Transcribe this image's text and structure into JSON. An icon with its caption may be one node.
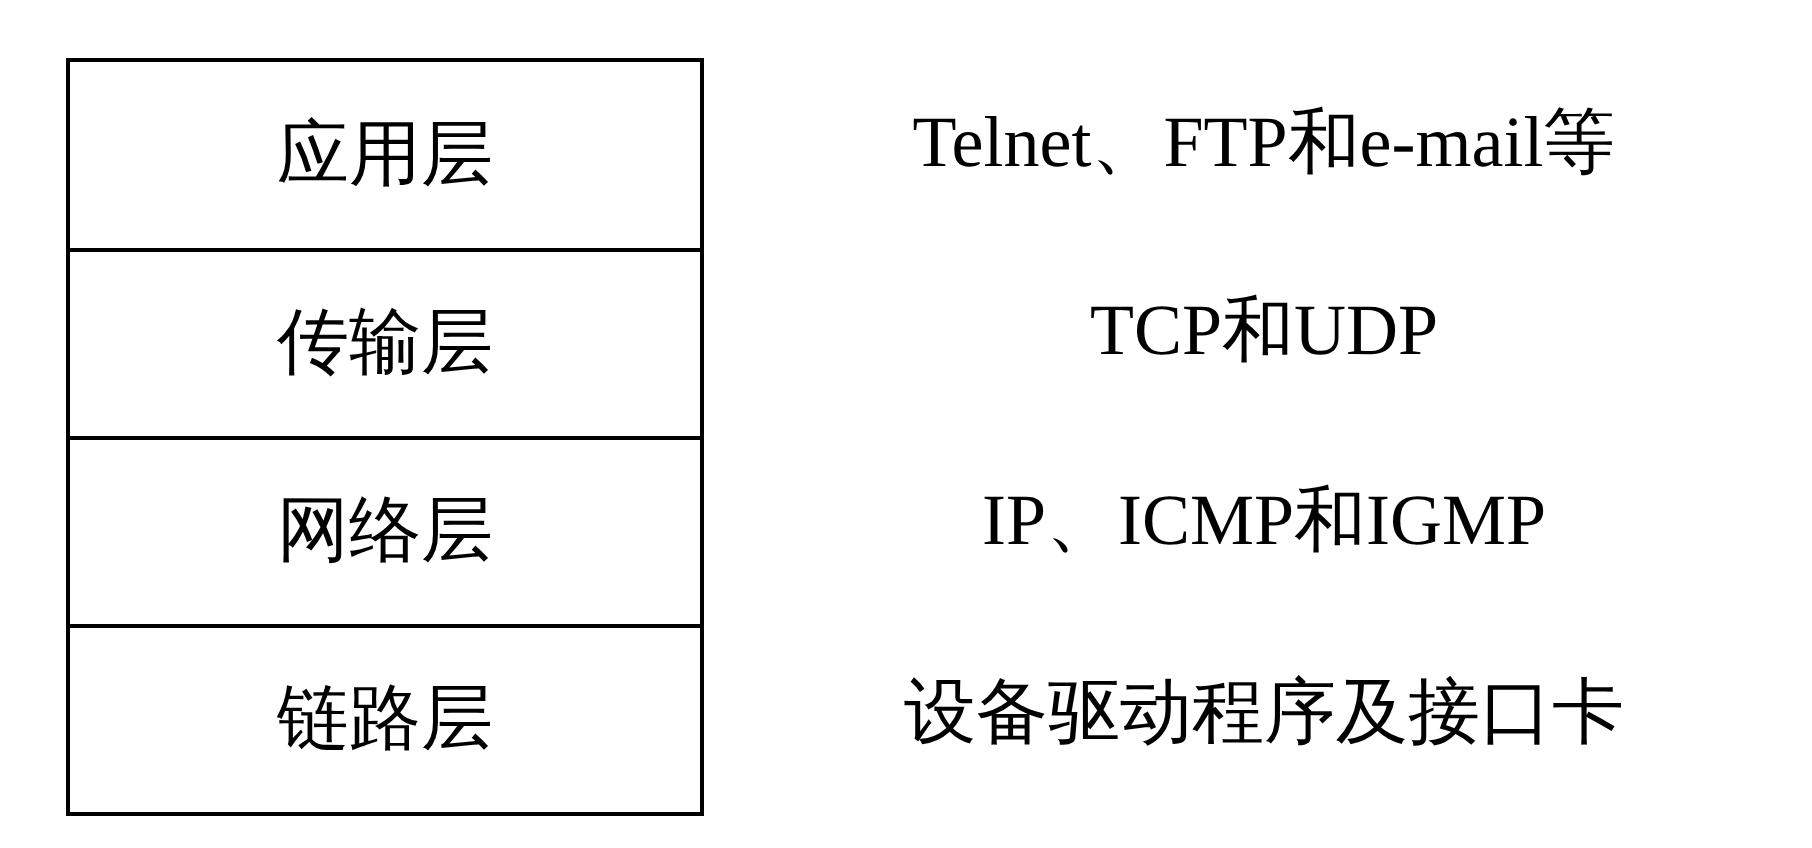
{
  "diagram": {
    "nodes": [
      {
        "text": [
          "应用层"
        ]
      },
      {
        "text": [
          "传输层"
        ]
      },
      {
        "text": [
          "网络层"
        ]
      },
      {
        "text": [
          "链路层"
        ]
      }
    ],
    "labels": [
      "Telnet、FTP和e-mail等",
      "TCP和UDP",
      "IP、ICMP和IGMP",
      "设备驱动程序及接口卡"
    ]
  }
}
